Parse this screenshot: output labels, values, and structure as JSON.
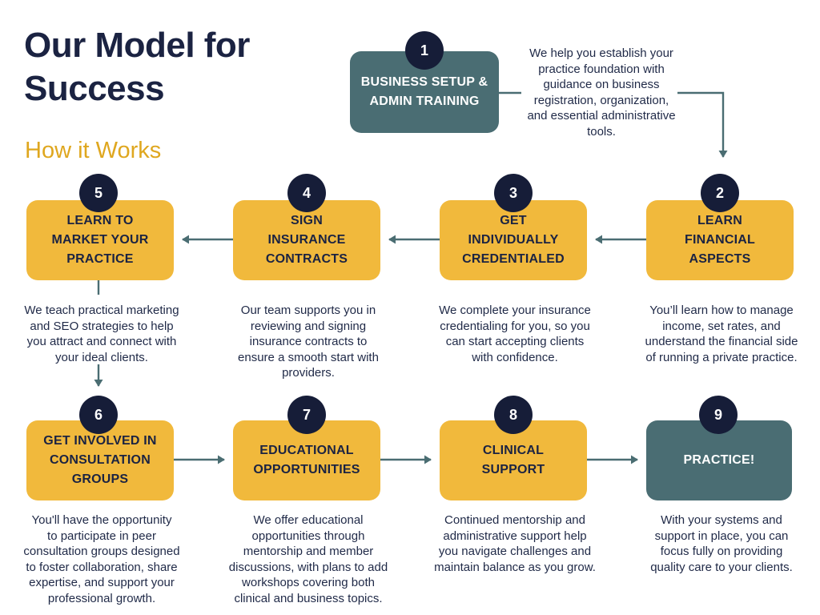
{
  "page": {
    "title": "Our Model for\nSuccess",
    "subtitle": "How it Works"
  },
  "colors": {
    "title_navy": "#1B2342",
    "badge_navy": "#161D38",
    "box_yellow": "#F1B93C",
    "box_teal": "#4A6D73",
    "subtitle_gold": "#DFA71F",
    "arrow_teal": "#4A6D72",
    "body_text": "#1F2947",
    "background": "#FFFFFF"
  },
  "steps": [
    {
      "number": "1",
      "label": "BUSINESS SETUP &\nADMIN TRAINING",
      "description": "We help you establish your\npractice foundation with\nguidance on business\nregistration, organization,\nand essential administrative\ntools.",
      "color": "teal"
    },
    {
      "number": "2",
      "label": "LEARN\nFINANCIAL\nASPECTS",
      "description": "You’ll learn how to manage\nincome, set rates, and\nunderstand the financial side\nof running a private practice.",
      "color": "yellow"
    },
    {
      "number": "3",
      "label": "GET\nINDIVIDUALLY\nCREDENTIALED",
      "description": "We complete your insurance\ncredentialing for you, so you\ncan start accepting clients\nwith confidence.",
      "color": "yellow"
    },
    {
      "number": "4",
      "label": "SIGN\nINSURANCE\nCONTRACTS",
      "description": "Our team supports you in\nreviewing and signing\ninsurance contracts to\nensure a smooth start with\nproviders.",
      "color": "yellow"
    },
    {
      "number": "5",
      "label": "LEARN TO\nMARKET YOUR\nPRACTICE",
      "description": "We teach practical marketing\nand SEO strategies to help\nyou attract and connect with\nyour ideal clients.",
      "color": "yellow"
    },
    {
      "number": "6",
      "label": "GET INVOLVED IN\nCONSULTATION\nGROUPS",
      "description": "You'll have the opportunity\nto participate in peer\nconsultation groups designed\nto foster collaboration, share\nexpertise, and support your\nprofessional growth.",
      "color": "yellow"
    },
    {
      "number": "7",
      "label": "EDUCATIONAL\nOPPORTUNITIES",
      "description": "We offer educational\nopportunities through\nmentorship and member\ndiscussions, with plans to add\nworkshops covering both\nclinical and business topics.",
      "color": "yellow"
    },
    {
      "number": "8",
      "label": "CLINICAL\nSUPPORT",
      "description": "Continued mentorship and\nadministrative support help\nyou navigate challenges and\nmaintain balance as you grow.",
      "color": "yellow"
    },
    {
      "number": "9",
      "label": "PRACTICE!",
      "description": "With your systems and\nsupport in place, you can\nfocus fully on providing\nquality care to your clients.",
      "color": "teal"
    }
  ]
}
